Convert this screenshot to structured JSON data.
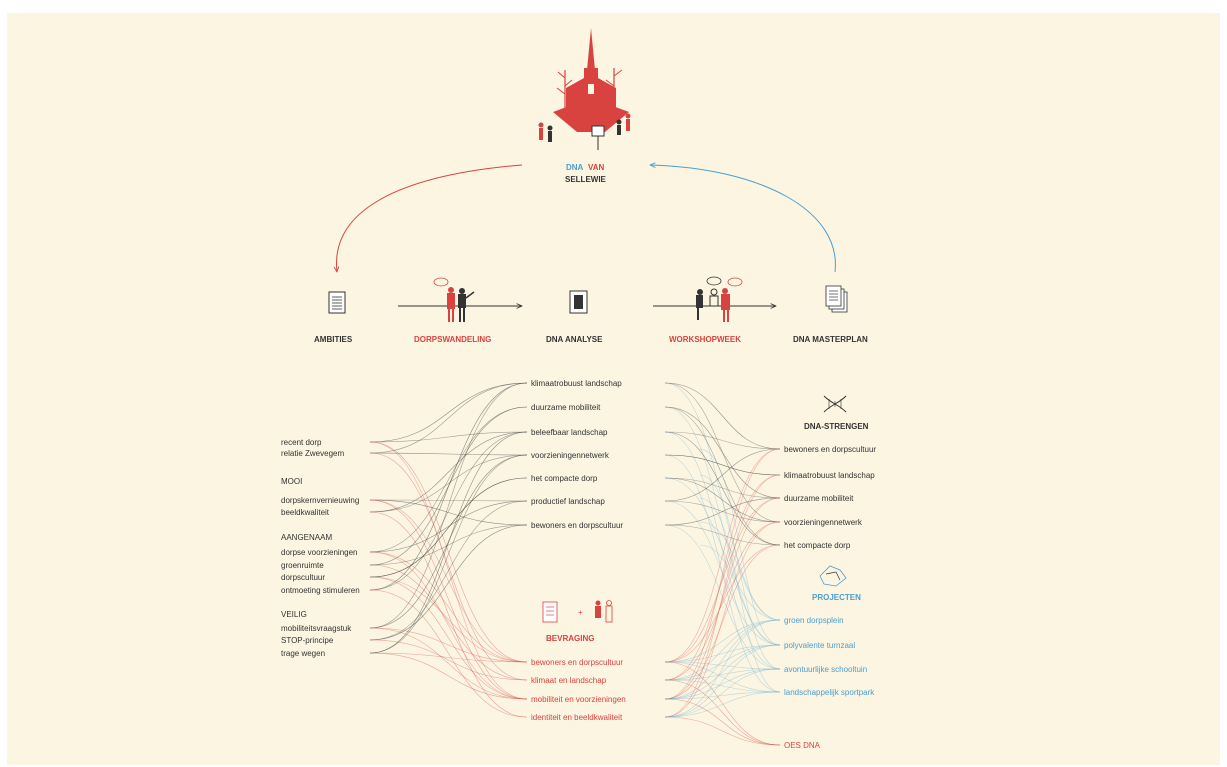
{
  "caption_fragment": "",
  "colors": {
    "background": "#fbf5e2",
    "red": "#d9433f",
    "blue": "#4a9fd0",
    "dark": "#333333"
  },
  "title": {
    "dna": "DNA",
    "van": "VAN",
    "place": "SELLEWIE"
  },
  "process": {
    "ambities": "AMBITIES",
    "dorpswandeling": "DORPSWANDELING",
    "dna_analyse": "DNA ANALYSE",
    "workshopweek": "WORKSHOPWEEK",
    "dna_masterplan": "DNA MASTERPLAN"
  },
  "left_list": {
    "group0": [
      "recent dorp",
      "relatie Zwevegem"
    ],
    "mooi_title": "MOOI",
    "mooi": [
      "dorpskernvernieuwing",
      "beeldkwaliteit"
    ],
    "aangenaam_title": "AANGENAAM",
    "aangenaam": [
      "dorpse voorzieningen",
      "groenruimte",
      "dorpscultuur",
      "ontmoeting stimuleren"
    ],
    "veilig_title": "VEILIG",
    "veilig": [
      "mobiliteitsvraagstuk",
      "STOP-principe",
      "trage wegen"
    ]
  },
  "analysis_items": [
    "klimaatrobuust landschap",
    "duurzame mobiliteit",
    "beleefbaar landschap",
    "voorzieningennetwerk",
    "het compacte dorp",
    "productief landschap",
    "bewoners en dorpscultuur"
  ],
  "bevraging": {
    "title": "BEVRAGING",
    "plus": "+",
    "items": [
      "bewoners en dorpscultuur",
      "klimaat en landschap",
      "mobiliteit en voorzieningen",
      "identiteit en beeldkwaliteit"
    ]
  },
  "dna_strengen": {
    "title": "DNA-STRENGEN",
    "items": [
      "bewoners en dorpscultuur",
      "klimaatrobuust landschap",
      "duurzame mobiliteit",
      "voorzieningennetwerk",
      "het compacte dorp"
    ]
  },
  "projecten": {
    "title": "PROJECTEN",
    "items": [
      "groen dorpsplein",
      "polyvalente turnzaal",
      "avontuurlijke schooltuin",
      "landschappelijk sportpark"
    ]
  },
  "ons_dna": "OES DNA"
}
